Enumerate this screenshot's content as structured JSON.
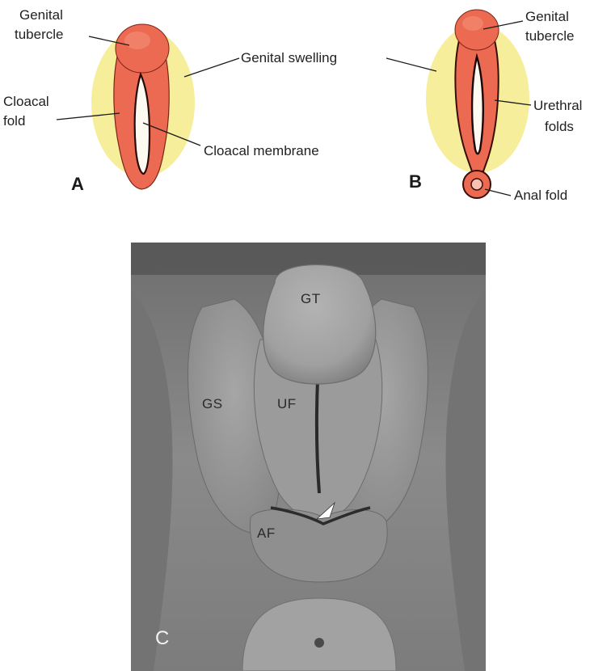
{
  "panel_a": {
    "letter": "A",
    "genital_tubercle": [
      "Genital",
      "tubercle"
    ],
    "cloacal_fold": [
      "Cloacal",
      "fold"
    ],
    "genital_swelling": "Genital swelling",
    "cloacal_membrane": "Cloacal membrane"
  },
  "panel_b": {
    "letter": "B",
    "genital_tubercle": [
      "Genital",
      "tubercle"
    ],
    "urethral_folds": [
      "Urethral",
      "folds"
    ],
    "anal_fold": "Anal fold"
  },
  "panel_c": {
    "letter": "C",
    "gt": "GT",
    "gs": "GS",
    "uf": "UF",
    "af": "AF"
  },
  "colors": {
    "swelling_yellow": "#f6ee9a",
    "fold_red": "#ec6a52",
    "membrane_white": "#fdfaf2",
    "sem_gray": "#8d8d8d"
  }
}
